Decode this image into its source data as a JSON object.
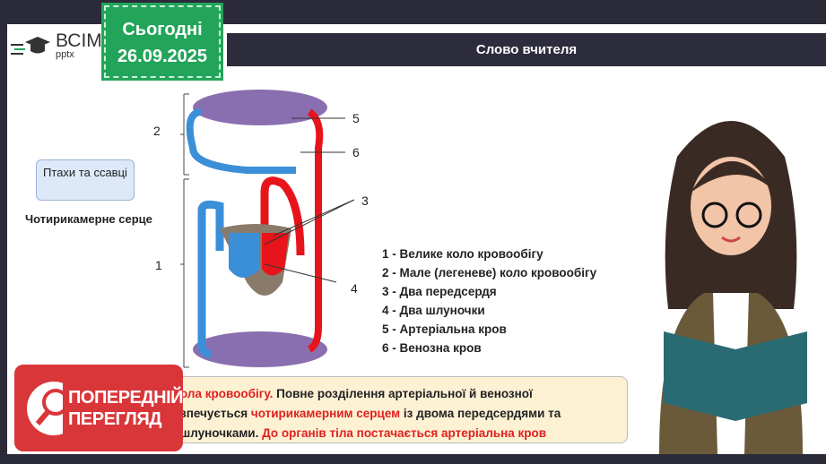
{
  "logo": {
    "brand": "ВСІМ",
    "sub": "pptx"
  },
  "date": {
    "label": "Сьогодні",
    "value": "26.09.2025"
  },
  "title": "Слово вчителя",
  "box_label": "Птахи та ссавці",
  "heart_title": "Чотирикамерне серце",
  "diagram_labels": [
    "1",
    "2",
    "3",
    "4",
    "5",
    "6"
  ],
  "legend": [
    "1 - Велике коло кровообігу",
    "2 - Мале (легеневе) коло кровообігу",
    "3 - Два передсердя",
    "4 - Два шлуночки",
    "5 - Артеріальна кров",
    "6 - Венозна кров"
  ],
  "note": {
    "p1_red": "ола кровообігу.",
    "p1": " Повне розділення артеріальної й венозної",
    "p2_pre": "зпечується ",
    "p2_red": "чотирикамерним серцем",
    "p2": " із двома передсердями та",
    "p3": "шлуночками. ",
    "p3_red": "До органів тіла постачається артеріальна кров"
  },
  "preview": {
    "line1": "ПОПЕРЕДНІЙ",
    "line2": "ПЕРЕГЛЯД",
    "icon": "magnifier-icon"
  },
  "colors": {
    "arterial": "#e8141c",
    "venous": "#3a8fd8",
    "accent": "#22a55a",
    "preview": "#d9363a"
  }
}
